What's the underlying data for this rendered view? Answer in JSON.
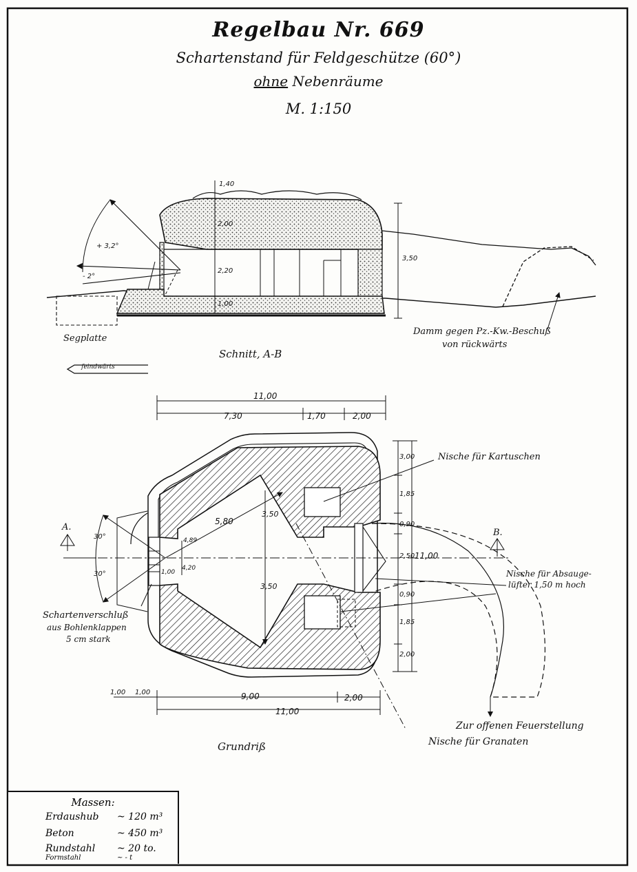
{
  "header": {
    "title": "Regelbau Nr. 669",
    "subtitle_line1": "Schartenstand für Feldgeschütze (60°)",
    "subtitle_word_underlined": "ohne",
    "subtitle_line2_rest": "Nebenräume",
    "scale": "M. 1:150"
  },
  "section": {
    "caption": "Schnitt, A-B",
    "direction_arrow": "feindwärts",
    "left_label": "Segplatte",
    "right_label_1": "Damm gegen Pz.-Kw.-Beschuß",
    "right_label_2": "von rückwärts",
    "dims": {
      "roof_top": "1,40",
      "roof": "2,00",
      "interior": "2,20",
      "floor": "1,00",
      "total_height": "3,50",
      "angle_up": "+ 3,2°",
      "angle_low": "- 2°"
    }
  },
  "plan": {
    "caption": "Grundriß",
    "top_total": "11,00",
    "top_parts": [
      "7,30",
      "1,70",
      "2,00"
    ],
    "bottom_parts": [
      "1,00",
      "1,00",
      "9,00",
      "2,00"
    ],
    "bottom_total": "11,00",
    "right_total": "11,00",
    "right_parts": [
      "3,00",
      "1,85",
      "0,90",
      "2,50",
      "0,90",
      "1,85",
      "2,00"
    ],
    "inner": {
      "depth": "5,80",
      "width_upper": "3,50",
      "width_lower": "3,50",
      "emb_a": "4,89",
      "emb_b": "4,20",
      "emb_c": "1,00"
    },
    "angles": [
      "30°",
      "30°"
    ],
    "marker_a": "A.",
    "marker_b": "B.",
    "label_kartuschen": "Nische für Kartuschen",
    "label_absaug_1": "Nische für Absauge-",
    "label_absaug_2": "lüfter 1,50 m hoch",
    "label_scharten_1": "Schartenverschluß",
    "label_scharten_2": "aus Bohlenklappen",
    "label_scharten_3": "5 cm stark",
    "label_feuer": "Zur offenen Feuerstellung",
    "label_granaten": "Nische für Granaten"
  },
  "masses": {
    "title": "Massen:",
    "rows": [
      {
        "label": "Erdaushub",
        "value": "~ 120 m³"
      },
      {
        "label": "Beton",
        "value": "~ 450 m³"
      },
      {
        "label": "Rundstahl",
        "value": "~ 20 to."
      },
      {
        "label": "Formstahl",
        "value": "~ - t"
      }
    ]
  }
}
